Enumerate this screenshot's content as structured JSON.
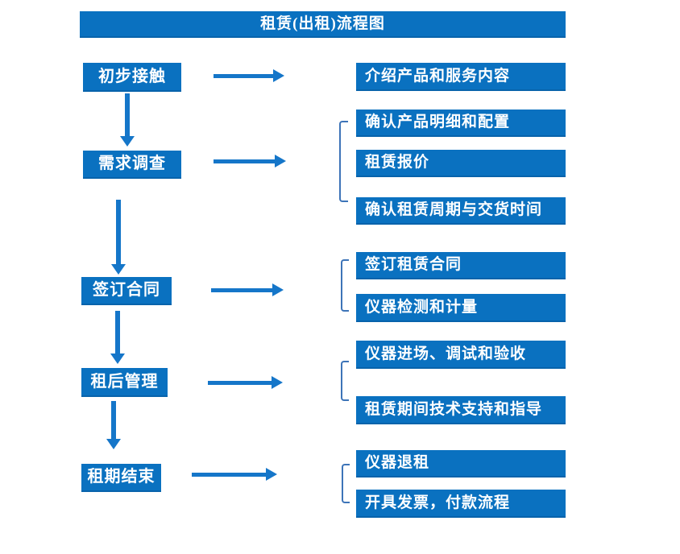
{
  "title": "租赁(出租)流程图",
  "colors": {
    "box_blue": "#0a71c0",
    "arrow_blue": "#1576c9",
    "bracket_blue": "#3d74b8",
    "text_white": "#ffffff"
  },
  "steps": [
    {
      "label": "初步接触",
      "outputs": [
        "介绍产品和服务内容"
      ]
    },
    {
      "label": "需求调查",
      "outputs": [
        "确认产品明细和配置",
        "租赁报价",
        "确认租赁周期与交货时间"
      ]
    },
    {
      "label": "签订合同",
      "outputs": [
        "签订租赁合同",
        "仪器检测和计量"
      ]
    },
    {
      "label": "租后管理",
      "outputs": [
        "仪器进场、调试和验收",
        "租赁期间技术支持和指导"
      ]
    },
    {
      "label": "租期结束",
      "outputs": [
        "仪器退租",
        "开具发票，付款流程"
      ]
    }
  ]
}
